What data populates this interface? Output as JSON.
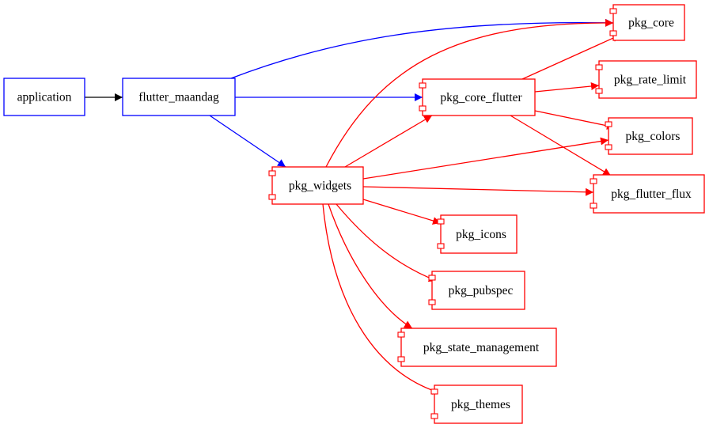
{
  "title": "Package dependency graph",
  "colors": {
    "app_edge": "#000000",
    "app_node": "#0000ff",
    "dep_edge_blue": "#0000ff",
    "package_node": "#ff0000",
    "package_edge": "#ff0000"
  },
  "nodes": [
    {
      "id": "application",
      "label": "application",
      "kind": "app"
    },
    {
      "id": "flutter_maandag",
      "label": "flutter_maandag",
      "kind": "app"
    },
    {
      "id": "pkg_core",
      "label": "pkg_core",
      "kind": "package"
    },
    {
      "id": "pkg_core_flutter",
      "label": "pkg_core_flutter",
      "kind": "package"
    },
    {
      "id": "pkg_rate_limit",
      "label": "pkg_rate_limit",
      "kind": "package"
    },
    {
      "id": "pkg_colors",
      "label": "pkg_colors",
      "kind": "package"
    },
    {
      "id": "pkg_widgets",
      "label": "pkg_widgets",
      "kind": "package"
    },
    {
      "id": "pkg_flutter_flux",
      "label": "pkg_flutter_flux",
      "kind": "package"
    },
    {
      "id": "pkg_icons",
      "label": "pkg_icons",
      "kind": "package"
    },
    {
      "id": "pkg_pubspec",
      "label": "pkg_pubspec",
      "kind": "package"
    },
    {
      "id": "pkg_state_management",
      "label": "pkg_state_management",
      "kind": "package"
    },
    {
      "id": "pkg_themes",
      "label": "pkg_themes",
      "kind": "package"
    }
  ],
  "edges": [
    {
      "from": "application",
      "to": "flutter_maandag",
      "color": "black"
    },
    {
      "from": "flutter_maandag",
      "to": "pkg_core",
      "color": "blue"
    },
    {
      "from": "flutter_maandag",
      "to": "pkg_core_flutter",
      "color": "blue"
    },
    {
      "from": "flutter_maandag",
      "to": "pkg_widgets",
      "color": "blue"
    },
    {
      "from": "pkg_widgets",
      "to": "pkg_core",
      "color": "red"
    },
    {
      "from": "pkg_widgets",
      "to": "pkg_core_flutter",
      "color": "red"
    },
    {
      "from": "pkg_widgets",
      "to": "pkg_colors",
      "color": "red"
    },
    {
      "from": "pkg_widgets",
      "to": "pkg_flutter_flux",
      "color": "red"
    },
    {
      "from": "pkg_widgets",
      "to": "pkg_icons",
      "color": "red"
    },
    {
      "from": "pkg_widgets",
      "to": "pkg_pubspec",
      "color": "red"
    },
    {
      "from": "pkg_widgets",
      "to": "pkg_state_management",
      "color": "red"
    },
    {
      "from": "pkg_widgets",
      "to": "pkg_themes",
      "color": "red"
    },
    {
      "from": "pkg_core_flutter",
      "to": "pkg_core",
      "color": "red"
    },
    {
      "from": "pkg_core_flutter",
      "to": "pkg_rate_limit",
      "color": "red"
    },
    {
      "from": "pkg_core_flutter",
      "to": "pkg_colors",
      "color": "red"
    },
    {
      "from": "pkg_core_flutter",
      "to": "pkg_flutter_flux",
      "color": "red"
    }
  ]
}
